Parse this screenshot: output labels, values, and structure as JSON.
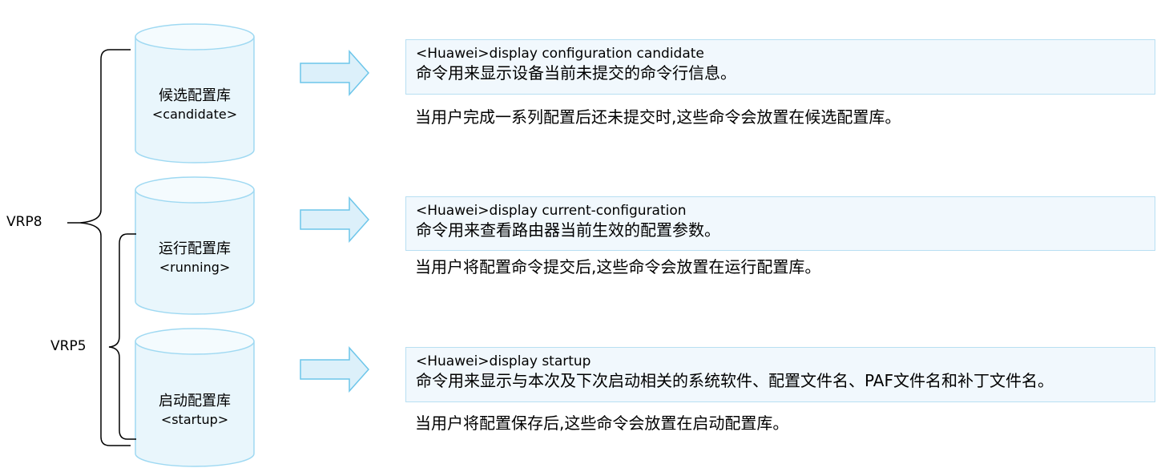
{
  "vrp8_label": "VRP8",
  "vrp5_label": "VRP5",
  "colors": {
    "cylinder_fill": "#e9f6fc",
    "cylinder_stroke": "#9fd9f2",
    "arrow_fill": "#dcf0fa",
    "arrow_stroke": "#6dc6ea",
    "box_fill": "#f1f8fd",
    "box_border": "#b8dff2"
  },
  "databases": [
    {
      "name": "候选配置库",
      "tag": "<candidate>",
      "command": "<Huawei>display configuration candidate",
      "description": "命令用来显示设备当前未提交的命令行信息。",
      "note": "当用户完成一系列配置后还未提交时,这些命令会放置在候选配置库。"
    },
    {
      "name": "运行配置库",
      "tag": "<running>",
      "command": "<Huawei>display current-configuration",
      "description": "命令用来查看路由器当前生效的配置参数。",
      "note": "当用户将配置命令提交后,这些命令会放置在运行配置库。"
    },
    {
      "name": "启动配置库",
      "tag": "<startup>",
      "command": "<Huawei>display startup",
      "description": "命令用来显示与本次及下次启动相关的系统软件、配置文件名、PAF文件名和补丁文件名。",
      "note": "当用户将配置保存后,这些命令会放置在启动配置库。"
    }
  ]
}
